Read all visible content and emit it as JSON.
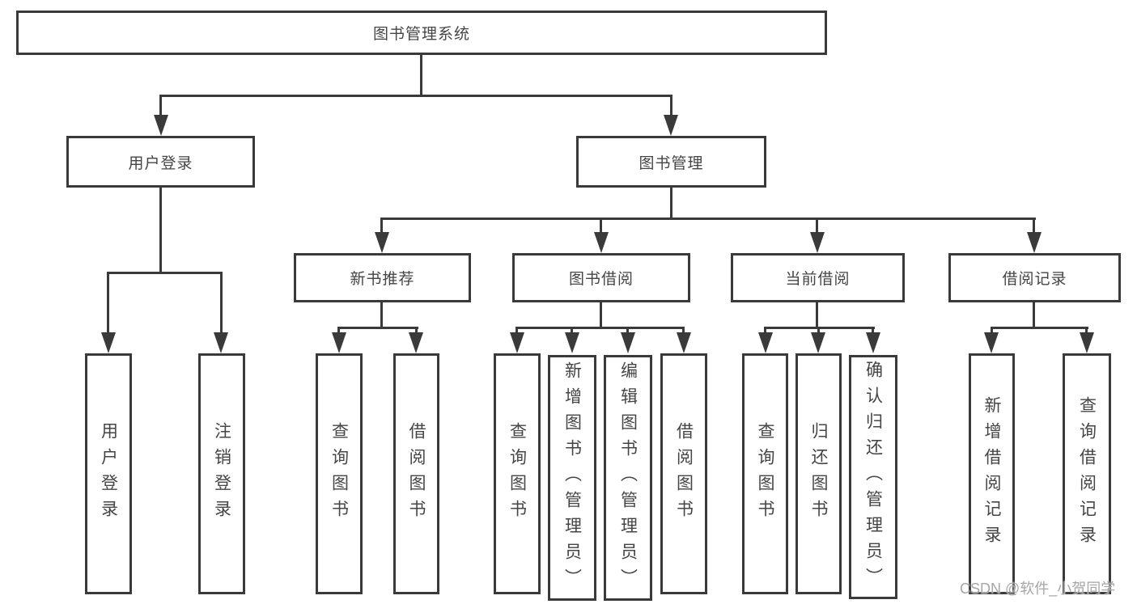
{
  "colors": {
    "line": "#3a3a3a",
    "text": "#454545",
    "watermark": "#a6a6a6",
    "background": "#ffffff"
  },
  "watermark": "CSDN @软件_小贺同学",
  "nodes": {
    "root": {
      "label": "图书管理系统"
    },
    "user_login": {
      "label": "用户登录"
    },
    "book_management": {
      "label": "图书管理"
    },
    "new_book_recommend": {
      "label": "新书推荐"
    },
    "book_borrow": {
      "label": "图书借阅"
    },
    "current_borrow": {
      "label": "当前借阅"
    },
    "borrow_records": {
      "label": "借阅记录"
    },
    "leaf_user_login": {
      "label": "用户登录"
    },
    "leaf_logout": {
      "label": "注销登录"
    },
    "leaf_nb_query_books": {
      "label": "查询图书"
    },
    "leaf_nb_borrow_books": {
      "label": "借阅图书"
    },
    "leaf_bb_query_books": {
      "label": "查询图书"
    },
    "leaf_bb_add_books": {
      "label": "新增图书（管理员）"
    },
    "leaf_bb_edit_books": {
      "label": "编辑图书（管理员）"
    },
    "leaf_bb_borrow_books": {
      "label": "借阅图书"
    },
    "leaf_cb_query_books": {
      "label": "查询图书"
    },
    "leaf_cb_return_books": {
      "label": "归还图书"
    },
    "leaf_cb_confirm_return": {
      "label": "确认归还（管理员）"
    },
    "leaf_br_add_record": {
      "label": "新增借阅记录"
    },
    "leaf_br_query_record": {
      "label": "查询借阅记录"
    }
  },
  "hierarchy": {
    "图书管理系统": {
      "用户登录": [
        "用户登录",
        "注销登录"
      ],
      "图书管理": {
        "新书推荐": [
          "查询图书",
          "借阅图书"
        ],
        "图书借阅": [
          "查询图书",
          "新增图书（管理员）",
          "编辑图书（管理员）",
          "借阅图书"
        ],
        "当前借阅": [
          "查询图书",
          "归还图书",
          "确认归还（管理员）"
        ],
        "借阅记录": [
          "新增借阅记录",
          "查询借阅记录"
        ]
      }
    }
  }
}
